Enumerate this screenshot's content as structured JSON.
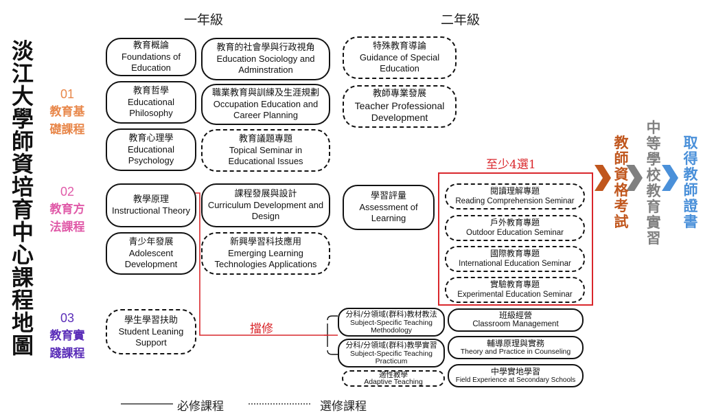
{
  "title": "淡江大學師資培育中心課程地圖",
  "years": {
    "year1": "一年級",
    "year2": "二年級"
  },
  "categories": [
    {
      "num": "01",
      "line1": "教育基",
      "line2": "礎課程",
      "color": "#e8874a"
    },
    {
      "num": "02",
      "line1": "教育方",
      "line2": "法課程",
      "color": "#e05aa8"
    },
    {
      "num": "03",
      "line1": "教育實",
      "line2": "踐課程",
      "color": "#5a2db8"
    }
  ],
  "courses": {
    "foundations": {
      "zh": "教育概論",
      "en": "Foundations of Education"
    },
    "sociology": {
      "zh": "教育的社會學與行政視角",
      "en": "Education Sociology and Adminstration"
    },
    "special": {
      "zh": "特殊教育導論",
      "en": "Guidance of Special Education"
    },
    "philosophy": {
      "zh": "教育哲學",
      "en": "Educational Philosophy"
    },
    "occupation": {
      "zh": "職業教育與訓練及生涯規劃",
      "en": "Occupation Education and Career Planning"
    },
    "professional": {
      "zh": "教師專業發展",
      "en": "Teacher Professional Development"
    },
    "psychology": {
      "zh": "教育心理學",
      "en": "Educational Psychology"
    },
    "topical": {
      "zh": "教育議題專題",
      "en": "Topical Seminar in Educational Issues"
    },
    "instructional": {
      "zh": "教學原理",
      "en": "Instructional Theory"
    },
    "curriculum": {
      "zh": "課程發展與設計",
      "en": "Curriculum Development and Design"
    },
    "assessment": {
      "zh": "學習評量",
      "en": "Assessment of Learning"
    },
    "adolescent": {
      "zh": "青少年發展",
      "en": "Adolescent Development"
    },
    "emerging": {
      "zh": "新興學習科技應用",
      "en": "Emerging Learning Technologies Applications"
    },
    "reading": {
      "zh": "閱讀理解專題",
      "en": "Reading Comprehension Seminar"
    },
    "outdoor": {
      "zh": "戶外教育專題",
      "en": "Outdoor Education Seminar"
    },
    "international": {
      "zh": "國際教育專題",
      "en": "International Education Seminar"
    },
    "experimental": {
      "zh": "實驗教育專題",
      "en": "Experimental Education Seminar"
    },
    "student_learning": {
      "zh": "學生學習扶助",
      "en": "Student Leaning Support"
    },
    "materials": {
      "zh": "分科/分領域(群科)教材教法",
      "en": "Subject-Specific Teaching Methodology"
    },
    "practicum": {
      "zh": "分科/分領域(群科)教學實習",
      "en": "Subject-Specific Teaching Practicum"
    },
    "adaptive": {
      "zh": "適性教學",
      "en": "Adaptive Teaching"
    },
    "classroom": {
      "zh": "班級經營",
      "en": "Classroom Management"
    },
    "counseling": {
      "zh": "輔導原理與實務",
      "en": "Theory and Practice in Counseling"
    },
    "field": {
      "zh": "中學實地學習",
      "en": "Field Experience at Secondary Schools"
    }
  },
  "elective_note": "至少4選1",
  "choose_label": "擋修",
  "steps": [
    {
      "text": "教師資格考試",
      "color": "#c0561d"
    },
    {
      "text": "中等學校教育實習",
      "color": "#808080"
    },
    {
      "text": "取得教師證書",
      "color": "#4a90d9"
    }
  ],
  "legend": {
    "required": "必修課程",
    "elective": "選修課程"
  },
  "colors": {
    "red": "#d9262b",
    "line": "#111111"
  }
}
